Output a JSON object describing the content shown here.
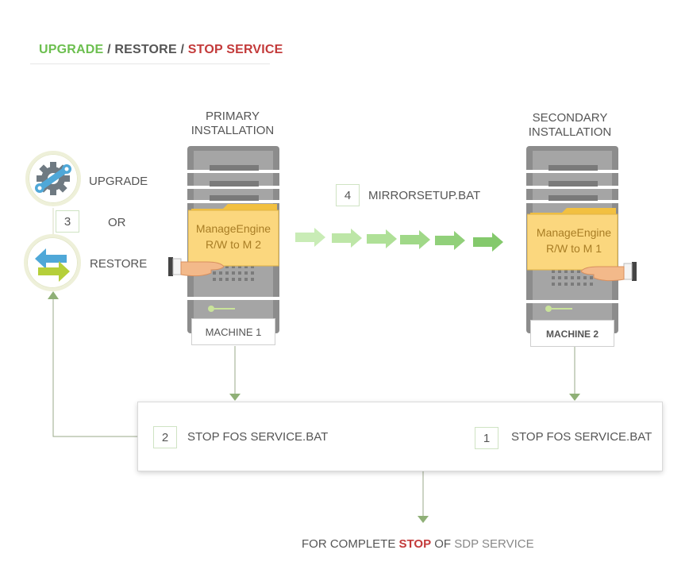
{
  "header": {
    "upgrade": "UPGRADE",
    "sep1": " / ",
    "restore": "RESTORE",
    "sep2": " /  ",
    "stop_service": "STOP SERVICE"
  },
  "left_panel": {
    "upgrade_label": "UPGRADE",
    "or_label": "OR",
    "restore_label": "RESTORE",
    "step_number": "3"
  },
  "primary": {
    "title_line1": "PRIMARY",
    "title_line2": "INSTALLATION",
    "folder_line1": "ManageEngine",
    "folder_line2": "R/W to M 2",
    "machine_label": "MACHINE 1"
  },
  "secondary": {
    "title_line1": "SECONDARY",
    "title_line2": "INSTALLATION",
    "folder_line1": "ManageEngine",
    "folder_line2": "R/W to M 1",
    "machine_label": "MACHINE 2"
  },
  "mirror": {
    "step_number": "4",
    "label": "MIRRORSETUP.BAT"
  },
  "stop_box": {
    "step2_number": "2",
    "step2_label": "STOP FOS SERVICE.BAT",
    "step1_number": "1",
    "step1_label": "STOP FOS SERVICE.BAT"
  },
  "footer": {
    "part1": "FOR COMPLETE ",
    "stop": "STOP",
    "part2": " OF ",
    "part3": "SDP SERVICE"
  },
  "colors": {
    "green": "#6cbf4f",
    "red": "#c33a3a",
    "arrow_green": "#9bc68a",
    "connector": "#9aa88a"
  },
  "icons": [
    "wrench-gear-icon",
    "restore-arrows-icon",
    "server-icon",
    "folder-icon",
    "hand-icon",
    "arrow-right-icon",
    "arrow-down-icon",
    "arrow-left-icon",
    "arrow-up-icon"
  ]
}
